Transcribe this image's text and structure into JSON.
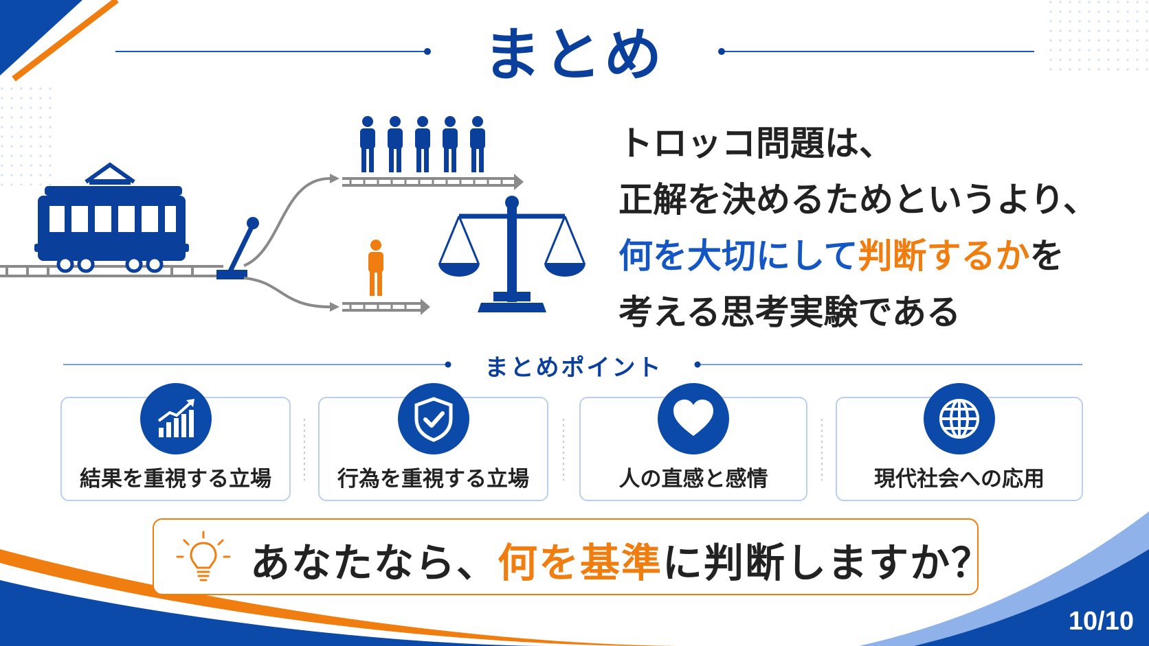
{
  "title": "まとめ",
  "main_statement": {
    "line1": "トロッコ問題は、",
    "line2": "正解を決めるためというより、",
    "line3_blue": "何を大切にして",
    "line3_orange": "判断するか",
    "line3_tail": "を",
    "line4": "考える思考実験である"
  },
  "points_heading": "まとめポイント",
  "points": [
    {
      "label": "結果を重視する立場",
      "icon": "chart-up-icon"
    },
    {
      "label": "行為を重視する立場",
      "icon": "shield-check-icon"
    },
    {
      "label": "人の直感と感情",
      "icon": "heart-icon"
    },
    {
      "label": "現代社会への応用",
      "icon": "globe-icon"
    }
  ],
  "question": {
    "pre": "あなたなら、",
    "highlight": "何を基準",
    "post": "に判断しますか？",
    "icon": "lightbulb-icon"
  },
  "page_number": "10/10",
  "colors": {
    "navy": "#0b3f9c",
    "blue": "#1457c4",
    "orange": "#ef7d10",
    "gray": "#7a7a7a"
  }
}
